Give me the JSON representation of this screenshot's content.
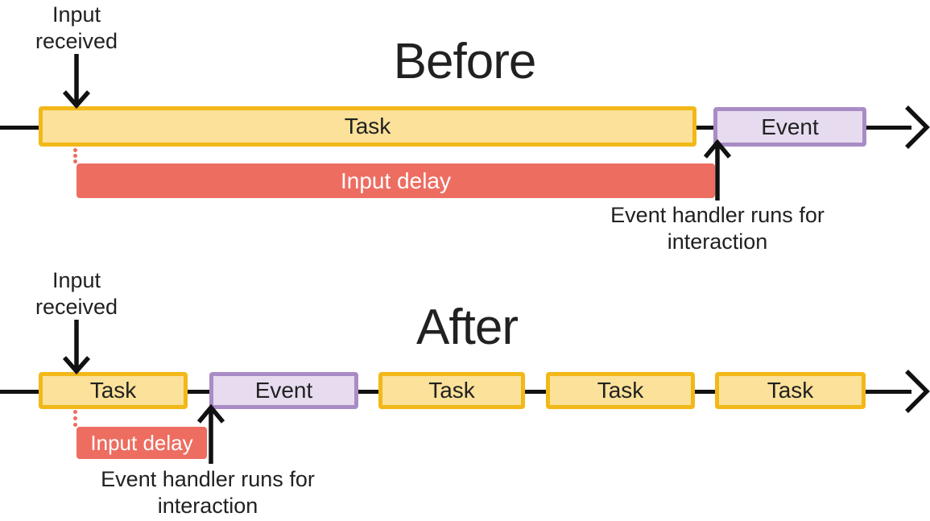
{
  "colors": {
    "task_fill": "#FBE199",
    "task_border": "#F2B818",
    "event_fill": "#E7DCEF",
    "event_border": "#A98CC5",
    "delay_fill": "#ED6D61",
    "delay_text": "#FFFFFF",
    "line": "#111111",
    "text": "#212121"
  },
  "sections": {
    "before": {
      "title": "Before",
      "input_label": "Input received",
      "delay_label": "Input delay",
      "handler_label": "Event handler runs for interaction",
      "timeline": [
        {
          "type": "task",
          "label": "Task"
        },
        {
          "type": "event",
          "label": "Event"
        }
      ]
    },
    "after": {
      "title": "After",
      "input_label": "Input received",
      "delay_label": "Input delay",
      "handler_label": "Event handler runs for interaction",
      "timeline": [
        {
          "type": "task",
          "label": "Task"
        },
        {
          "type": "event",
          "label": "Event"
        },
        {
          "type": "task",
          "label": "Task"
        },
        {
          "type": "task",
          "label": "Task"
        },
        {
          "type": "task",
          "label": "Task"
        }
      ]
    }
  }
}
